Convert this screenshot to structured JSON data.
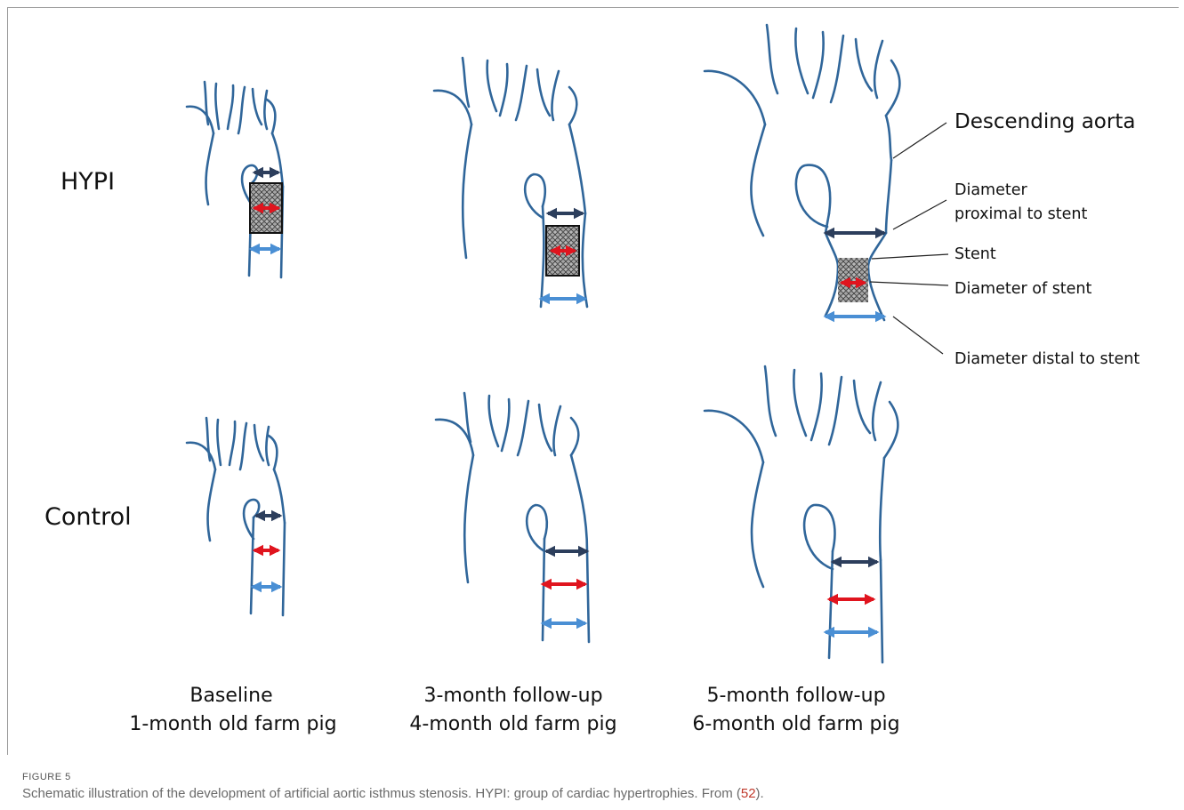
{
  "row_labels": {
    "hypi": "HYPI",
    "control": "Control"
  },
  "column_labels": [
    {
      "line1": "Baseline",
      "line2": "1-month old farm pig"
    },
    {
      "line1": "3-month follow-up",
      "line2": "4-month old farm pig"
    },
    {
      "line1": "5-month follow-up",
      "line2": "6-month old farm pig"
    }
  ],
  "annotations": {
    "descending_aorta": "Descending aorta",
    "diameter_proximal_line1": "Diameter",
    "diameter_proximal_line2": "proximal to stent",
    "stent": "Stent",
    "diameter_of_stent": "Diameter of stent",
    "diameter_distal": "Diameter distal to stent"
  },
  "caption": {
    "label": "FIGURE 5",
    "text": "Schematic illustration of the development of artificial aortic isthmus stenosis. HYPI: group of cardiac hypertrophies. From (",
    "ref": "52",
    "suffix": ")."
  },
  "colors": {
    "vessel": "#30669a",
    "proximal_arrow": "#2c3e5c",
    "stent_arrow": "#e0141e",
    "distal_arrow": "#4a8fd4"
  }
}
